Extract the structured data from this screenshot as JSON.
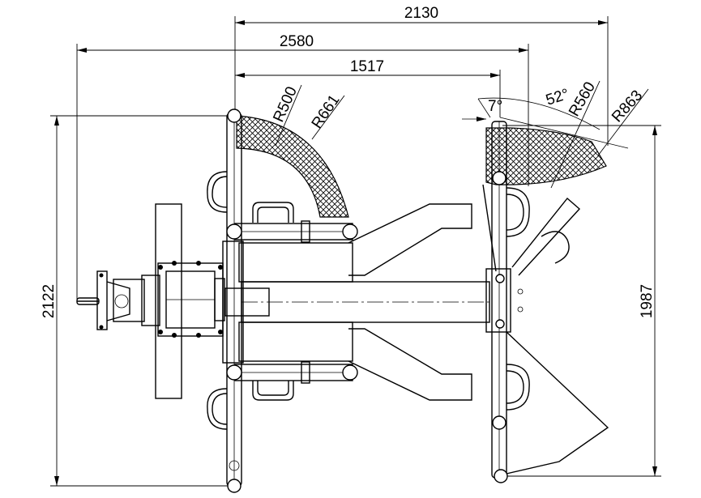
{
  "dimensions": {
    "top_width": "2130",
    "overall_length": "2580",
    "inner_length": "1517",
    "overall_height": "2122",
    "right_height": "1987"
  },
  "radii": {
    "r_inner_left": "R500",
    "r_outer_left": "R661",
    "r_inner_right": "R560",
    "r_outer_right": "R863"
  },
  "angles": {
    "small": "7°",
    "large": "52°"
  }
}
